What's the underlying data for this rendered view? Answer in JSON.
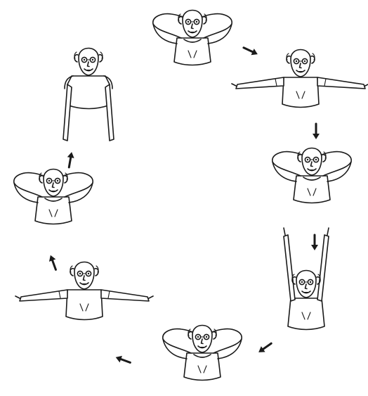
{
  "figure": {
    "colors": {
      "ink": "#1a1a1a",
      "background": "#ffffff"
    },
    "steps": [
      {
        "id": "step-1",
        "pose": "hands-behind-neck"
      },
      {
        "id": "step-2",
        "pose": "arms-out-sideways"
      },
      {
        "id": "step-3",
        "pose": "hands-behind-neck"
      },
      {
        "id": "step-4",
        "pose": "arms-up"
      },
      {
        "id": "step-5",
        "pose": "hands-behind-neck"
      },
      {
        "id": "step-6",
        "pose": "arms-out-sideways"
      },
      {
        "id": "step-7",
        "pose": "hands-behind-neck"
      },
      {
        "id": "step-8",
        "pose": "arms-down"
      }
    ],
    "arrows": [
      "arrow-right",
      "arrow-down",
      "arrow-down",
      "arrow-down-left",
      "arrow-left",
      "arrow-up",
      "arrow-up"
    ]
  }
}
